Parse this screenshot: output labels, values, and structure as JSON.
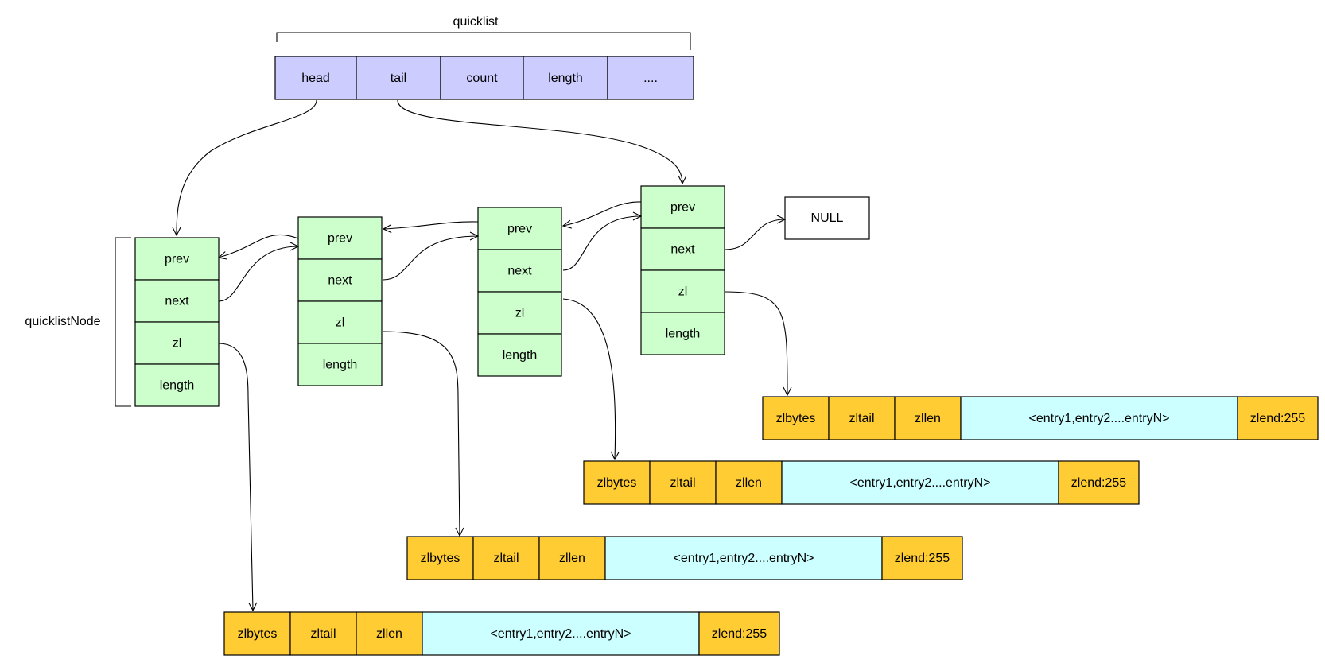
{
  "quicklist": {
    "label": "quicklist",
    "fields": [
      "head",
      "tail",
      "count",
      "length",
      "...."
    ]
  },
  "node_label": "quicklistNode",
  "nodes": [
    {
      "fields": [
        "prev",
        "next",
        "zl",
        "length"
      ]
    },
    {
      "fields": [
        "prev",
        "next",
        "zl",
        "length"
      ]
    },
    {
      "fields": [
        "prev",
        "next",
        "zl",
        "length"
      ]
    },
    {
      "fields": [
        "prev",
        "next",
        "zl",
        "length"
      ]
    }
  ],
  "null_label": "NULL",
  "ziplists": [
    {
      "cells": [
        "zlbytes",
        "zltail",
        "zllen",
        "<entry1,entry2....entryN>",
        "zlend:255"
      ]
    },
    {
      "cells": [
        "zlbytes",
        "zltail",
        "zllen",
        "<entry1,entry2....entryN>",
        "zlend:255"
      ]
    },
    {
      "cells": [
        "zlbytes",
        "zltail",
        "zllen",
        "<entry1,entry2....entryN>",
        "zlend:255"
      ]
    },
    {
      "cells": [
        "zlbytes",
        "zltail",
        "zllen",
        "<entry1,entry2....entryN>",
        "zlend:255"
      ]
    }
  ],
  "colors": {
    "quicklist_fill": "#ccccff",
    "node_fill": "#ccffcc",
    "ziplist_fill": "#ffcc33",
    "entries_fill": "#ccffff",
    "null_fill": "#ffffff"
  }
}
